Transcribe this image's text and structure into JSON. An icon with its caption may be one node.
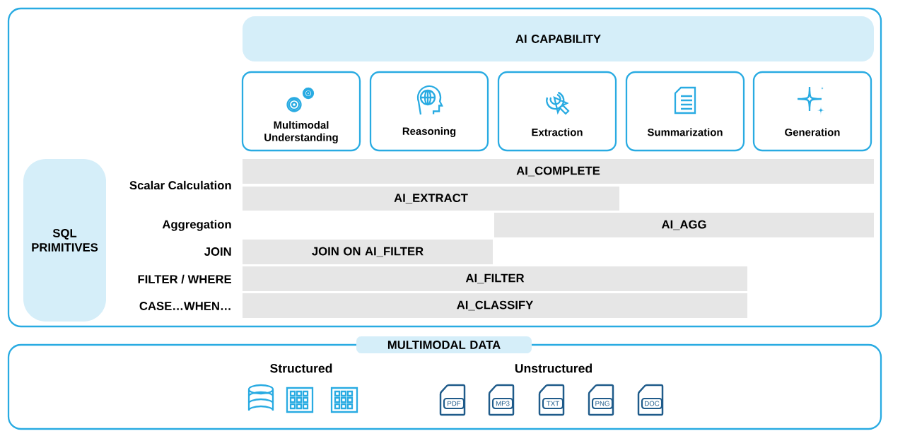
{
  "diagram": {
    "nodes": [
      {
        "text": [],
        "shape": "box"
      },
      {
        "text": [
          "AI CAPABILITY"
        ],
        "in": 0
      },
      {
        "text": [
          "Multimodal Understanding"
        ],
        "in": 0
      },
      {
        "text": [
          "Reasoning"
        ],
        "in": 0
      },
      {
        "text": [
          "Extraction"
        ],
        "in": 0
      },
      {
        "text": [
          "Summarization"
        ],
        "in": 0
      },
      {
        "text": [
          "Generation"
        ],
        "in": 0
      },
      {
        "text": [
          "SQL PRIMITIVES"
        ],
        "in": 0
      },
      {
        "text": [
          "AI_COMPLETE"
        ],
        "in": 0
      },
      {
        "text": [
          "AI_EXTRACT"
        ],
        "in": 0
      },
      {
        "text": [
          "AI_AGG"
        ],
        "in": 0
      },
      {
        "text": [
          "JOIN ON AI_FILTER"
        ],
        "in": 0
      },
      {
        "text": [
          "AI_FILTER"
        ],
        "in": 0
      },
      {
        "text": [
          "AI_CLASSIFY"
        ],
        "in": 0
      },
      {
        "text": [],
        "shape": "box"
      },
      {
        "text": [
          "MULTIMODAL DATA"
        ]
      }
    ],
    "edges": [],
    "labels": [
      "Scalar Calculation",
      "Aggregation",
      "JOIN",
      "FILTER / WHERE",
      "CASE…WHEN…",
      "Structured",
      "Unstructured",
      "PDF",
      "MP3",
      "TXT",
      "PNG",
      "DOC"
    ]
  }
}
